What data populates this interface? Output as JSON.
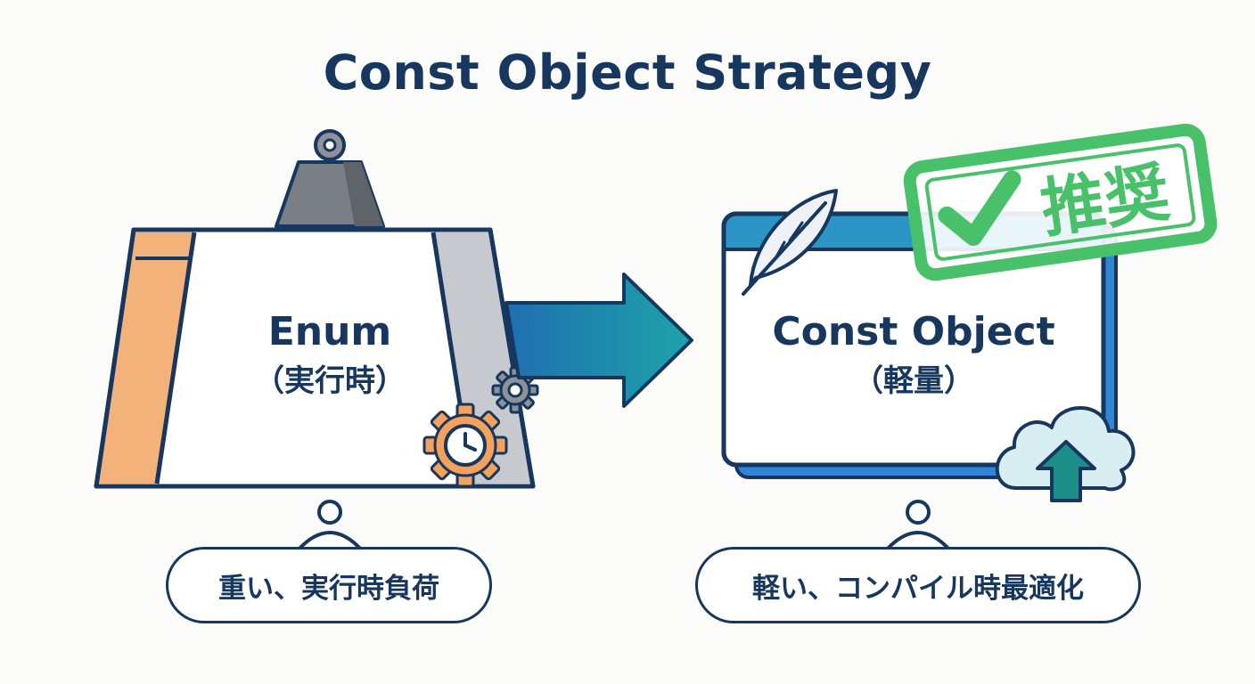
{
  "title": "Const Object Strategy",
  "left": {
    "name": "Enum",
    "sub": "（実行時）",
    "caption": "重い、実行時負荷"
  },
  "right": {
    "name": "Const Object",
    "sub": "（軽量）",
    "caption": "軽い、コンパイル時最適化",
    "stamp": "推奨"
  },
  "colors": {
    "navy": "#17375e",
    "orange": "#f2b27a",
    "gray": "#c3c7cc",
    "teal": "#1d94b0",
    "blue": "#2f86d8",
    "green": "#48c16a"
  },
  "icons": [
    "weight-icon",
    "gear-icon",
    "clock-gear-icon",
    "arrow-right-icon",
    "feather-icon",
    "checkmark-icon",
    "cloud-upload-icon"
  ]
}
